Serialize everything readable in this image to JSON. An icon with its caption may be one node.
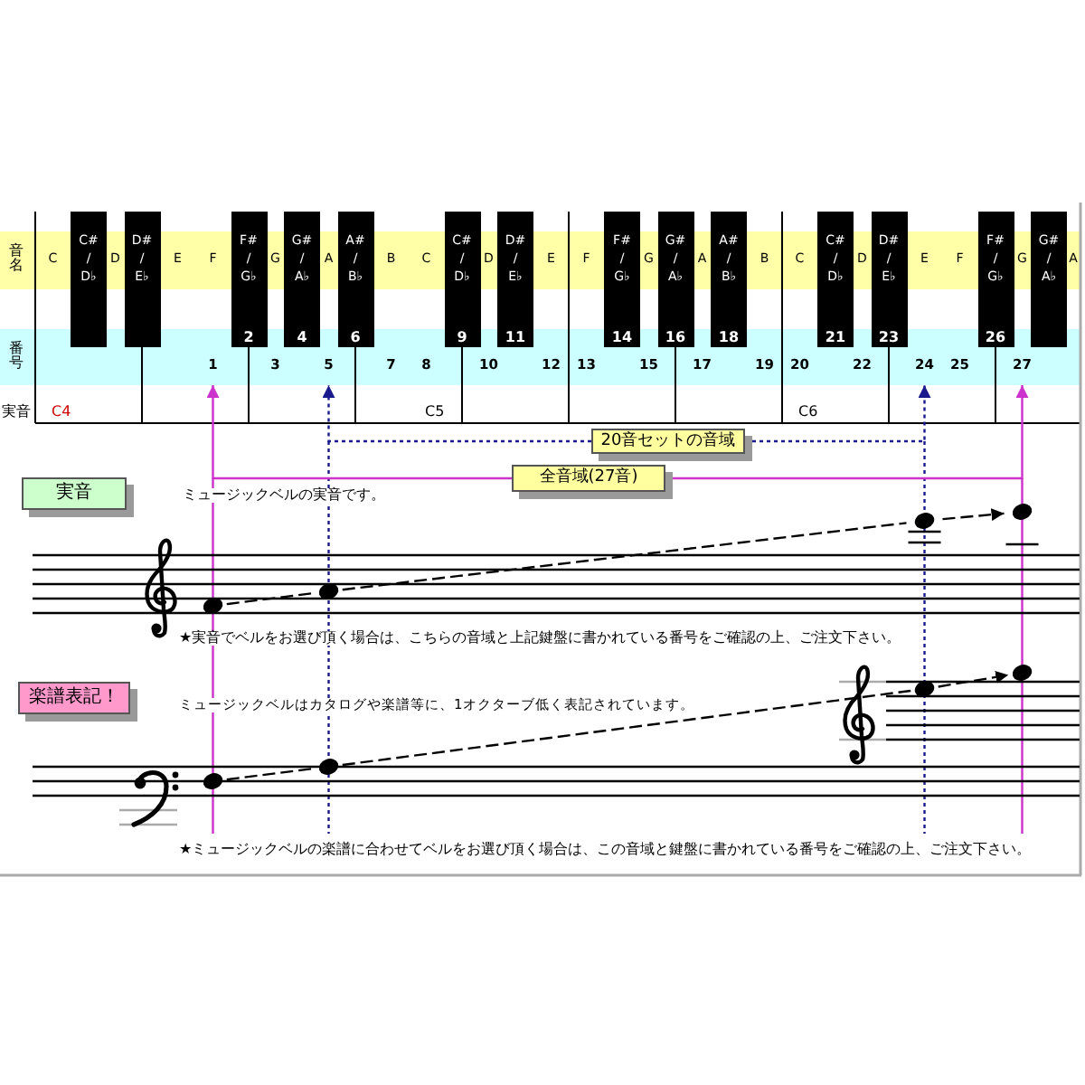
{
  "diagram": {
    "nodes": [
      {
        "text": [
          "C# / D♭"
        ]
      },
      {
        "text": [
          "D# / E♭"
        ]
      },
      {
        "text": [
          "F# / G♭",
          "2"
        ]
      },
      {
        "text": [
          "G# / A♭",
          "4"
        ]
      },
      {
        "text": [
          "A# / B♭",
          "6"
        ]
      },
      {
        "text": [
          "C# / D♭",
          "9"
        ]
      },
      {
        "text": [
          "D# / E♭",
          "11"
        ]
      },
      {
        "text": [
          "F# / G♭",
          "14"
        ]
      },
      {
        "text": [
          "G# / A♭",
          "16"
        ]
      },
      {
        "text": [
          "A# / B♭",
          "18"
        ]
      },
      {
        "text": [
          "C# / D♭",
          "21"
        ]
      },
      {
        "text": [
          "D# / E♭",
          "23"
        ]
      },
      {
        "text": [
          "F# / G♭",
          "26"
        ]
      },
      {
        "text": [
          "G# / A♭"
        ]
      },
      {
        "text": [
          "20音セットの音域"
        ]
      },
      {
        "text": [
          "全音域(27音)"
        ]
      },
      {
        "text": [
          "実音"
        ]
      },
      {
        "text": [
          "楽譜表記！"
        ]
      },
      {
        "text": [],
        "shape": "circle"
      },
      {
        "text": [],
        "shape": "circle"
      },
      {
        "text": [],
        "shape": "circle"
      },
      {
        "text": [],
        "shape": "circle"
      },
      {
        "text": [],
        "shape": "circle"
      },
      {
        "text": [],
        "shape": "circle"
      },
      {
        "text": [],
        "shape": "circle"
      },
      {
        "text": [],
        "shape": "circle"
      },
      {
        "text": [
          "音名",
          "C",
          "D",
          "E",
          "F",
          "G",
          "A",
          "B",
          "C",
          "D",
          "E",
          "F",
          "G",
          "A",
          "B",
          "C",
          "D",
          "E",
          "F",
          "G",
          "A"
        ]
      },
      {
        "text": [
          "番号",
          "1",
          "3",
          "5",
          "7",
          "8",
          "10",
          "12",
          "13",
          "15",
          "17",
          "19",
          "20",
          "22",
          "24",
          "25",
          "27"
        ]
      }
    ],
    "edges": [
      {
        "from": 14,
        "to": 27,
        "arrow": "to",
        "style": "dashed",
        "color": "#1a1a8c"
      },
      {
        "from": 14,
        "to": 27,
        "arrow": "to",
        "style": "dashed",
        "color": "#1a1a8c"
      },
      {
        "from": 15,
        "to": 27,
        "arrow": "to",
        "color": "#cc33cc"
      },
      {
        "from": 15,
        "to": 27,
        "arrow": "to",
        "color": "#cc33cc"
      },
      {
        "from": 18,
        "to": 19,
        "arrow": "none",
        "style": "dashed"
      },
      {
        "from": 19,
        "to": 20,
        "arrow": "none",
        "style": "dashed"
      },
      {
        "from": 20,
        "to": 21,
        "arrow": "to",
        "style": "dashed"
      },
      {
        "from": 22,
        "to": 23,
        "arrow": "none",
        "style": "dashed"
      },
      {
        "from": 23,
        "to": 24,
        "arrow": "none",
        "style": "dashed"
      },
      {
        "from": 24,
        "to": 25,
        "arrow": "to",
        "style": "dashed"
      }
    ],
    "labels": [
      "実音",
      "C4",
      "C5",
      "C6",
      "ミュージックベルの実音です。",
      "★実音でベルをお選び頂く場合は、こちらの音域と上記鍵盤に書かれている番号をご確認の上、ご注文下さい。",
      "ミュージックベルはカタログや楽譜等に、1オクターブ低く表記されています。",
      "★ミュージックベルの楽譜に合わせてベルをお選び頂く場合は、この音域と鍵盤に書かれている番号をご確認の上、ご注文下さい。"
    ]
  }
}
